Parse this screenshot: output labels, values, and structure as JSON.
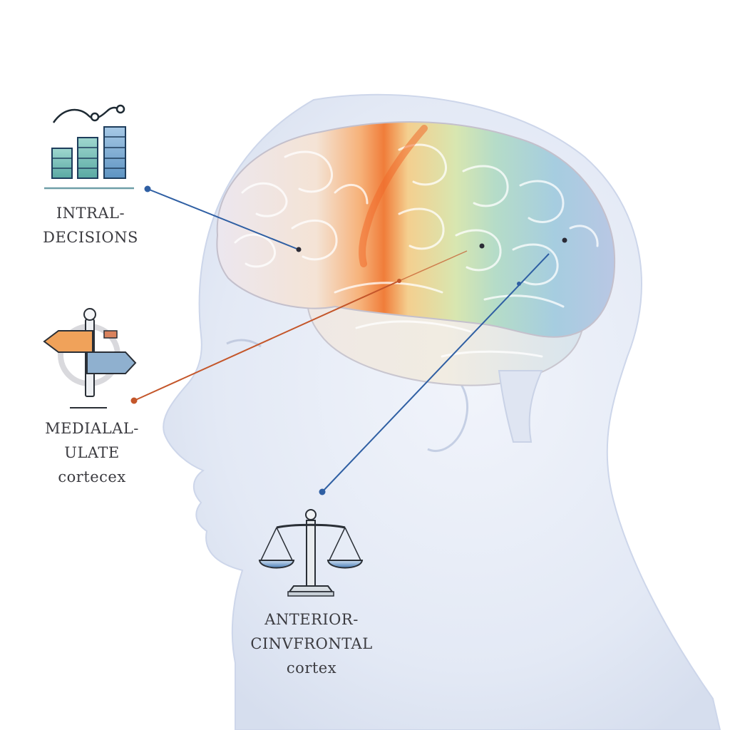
{
  "labels": {
    "top_left": {
      "line1": "INTRAL-",
      "line2": "DECISIONS"
    },
    "middle_left": {
      "line1": "MEDIALAL-",
      "line2": "ULATE",
      "line3": "cortecex"
    },
    "bottom": {
      "line1": "ANTERIOR-",
      "line2": "CINVFRONTAL",
      "line3": "cortex"
    }
  },
  "icons": [
    "bar-chart-icon",
    "signpost-icon",
    "balance-scale-icon"
  ],
  "colors": {
    "line_blue": "#2f5fa3",
    "line_orange": "#c4562a",
    "brain_warm": "#f08a3c",
    "brain_cool": "#8fc2d9",
    "brain_green": "#9fd28c",
    "teal_icon": "#5fb6ad",
    "navy_icon": "#1e3d5c"
  }
}
